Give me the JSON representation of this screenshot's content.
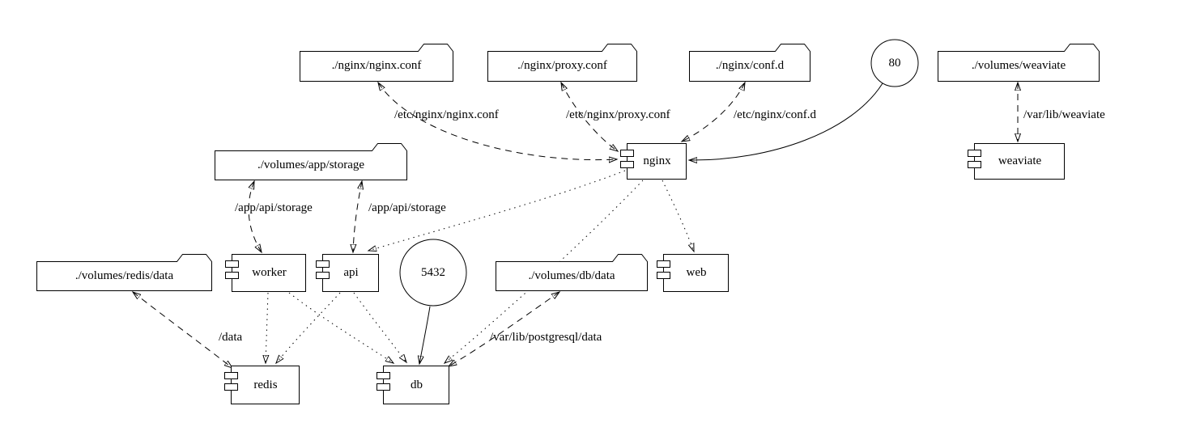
{
  "nodes": {
    "nginx_conf": {
      "label": "./nginx/nginx.conf",
      "type": "folder"
    },
    "proxy_conf": {
      "label": "./nginx/proxy.conf",
      "type": "folder"
    },
    "conf_d": {
      "label": "./nginx/conf.d",
      "type": "folder"
    },
    "port_80": {
      "label": "80",
      "type": "port-circle"
    },
    "volumes_weaviate": {
      "label": "./volumes/weaviate",
      "type": "folder"
    },
    "app_storage": {
      "label": "./volumes/app/storage",
      "type": "folder"
    },
    "nginx": {
      "label": "nginx",
      "type": "component"
    },
    "weaviate": {
      "label": "weaviate",
      "type": "component"
    },
    "redis_data": {
      "label": "./volumes/redis/data",
      "type": "folder"
    },
    "worker": {
      "label": "worker",
      "type": "component"
    },
    "api": {
      "label": "api",
      "type": "component"
    },
    "port_5432": {
      "label": "5432",
      "type": "port-circle"
    },
    "db_data": {
      "label": "./volumes/db/data",
      "type": "folder"
    },
    "web": {
      "label": "web",
      "type": "component"
    },
    "redis": {
      "label": "redis",
      "type": "component"
    },
    "db": {
      "label": "db",
      "type": "component"
    }
  },
  "edges": [
    {
      "from": "nginx",
      "to": "nginx_conf",
      "label": "/etc/nginx/nginx.conf",
      "style": "dashed",
      "dir": "both"
    },
    {
      "from": "nginx",
      "to": "proxy_conf",
      "label": "/etc/nginx/proxy.conf",
      "style": "dashed",
      "dir": "both"
    },
    {
      "from": "nginx",
      "to": "conf_d",
      "label": "/etc/nginx/conf.d",
      "style": "dashed",
      "dir": "both"
    },
    {
      "from": "weaviate",
      "to": "volumes_weaviate",
      "label": "/var/lib/weaviate",
      "style": "dashed",
      "dir": "both"
    },
    {
      "from": "worker",
      "to": "app_storage",
      "label": "/app/api/storage",
      "style": "dashed",
      "dir": "both"
    },
    {
      "from": "api",
      "to": "app_storage",
      "label": "/app/api/storage",
      "style": "dashed",
      "dir": "both"
    },
    {
      "from": "redis",
      "to": "redis_data",
      "label": "/data",
      "style": "dashed",
      "dir": "both"
    },
    {
      "from": "db",
      "to": "db_data",
      "label": "/var/lib/postgresql/data",
      "style": "dashed",
      "dir": "both"
    },
    {
      "from": "port_80",
      "to": "nginx",
      "label": "",
      "style": "solid",
      "dir": "forward"
    },
    {
      "from": "port_5432",
      "to": "db",
      "label": "",
      "style": "solid",
      "dir": "forward"
    },
    {
      "from": "nginx",
      "to": "api",
      "label": "",
      "style": "dotted",
      "dir": "forward"
    },
    {
      "from": "nginx",
      "to": "web",
      "label": "",
      "style": "dotted",
      "dir": "forward"
    },
    {
      "from": "nginx",
      "to": "db",
      "label": "",
      "style": "dotted",
      "dir": "forward"
    },
    {
      "from": "worker",
      "to": "redis",
      "label": "",
      "style": "dotted",
      "dir": "forward"
    },
    {
      "from": "worker",
      "to": "db",
      "label": "",
      "style": "dotted",
      "dir": "forward"
    },
    {
      "from": "api",
      "to": "redis",
      "label": "",
      "style": "dotted",
      "dir": "forward"
    },
    {
      "from": "api",
      "to": "db",
      "label": "",
      "style": "dotted",
      "dir": "forward"
    }
  ]
}
